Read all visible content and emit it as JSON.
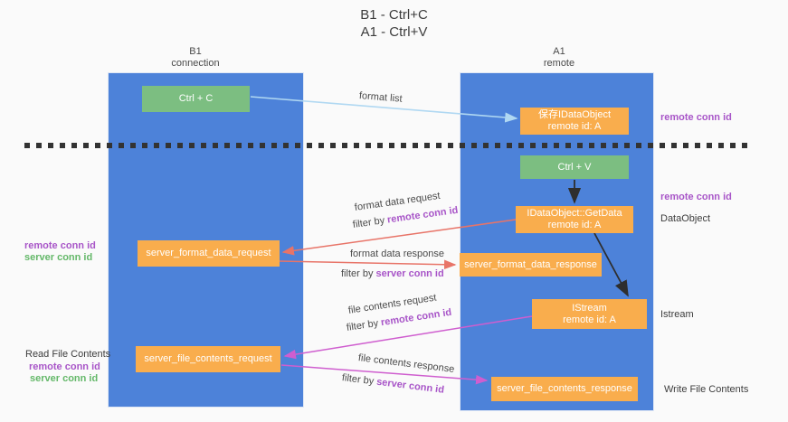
{
  "title": {
    "line1": "B1 - Ctrl+C",
    "line2": "A1 - Ctrl+V"
  },
  "lanes": {
    "left": {
      "name": "B1",
      "type": "connection"
    },
    "right": {
      "name": "A1",
      "type": "remote"
    }
  },
  "nodes": {
    "ctrl_c": "Ctrl + C",
    "save_idataobject": {
      "line1": "保存IDataObject",
      "line2": "remote id: A"
    },
    "ctrl_v": "Ctrl + V",
    "getdata": {
      "line1": "IDataObject::GetData",
      "line2": "remote id: A"
    },
    "format_request": "server_format_data_request",
    "format_response": "server_format_data_response",
    "istream": {
      "line1": "IStream",
      "line2": "remote id: A"
    },
    "file_request": "server_file_contents_request",
    "file_response": "server_file_contents_response"
  },
  "edge_labels": {
    "format_list": "format list",
    "format_data_request": "format data request",
    "format_data_response": "format data response",
    "file_contents_request": "file contents request",
    "file_contents_response": "file contents response",
    "filter_by": "filter by ",
    "remote_conn_id": "remote conn id",
    "server_conn_id": "server conn id"
  },
  "side_labels": {
    "remote_conn_id_top_right": "remote conn id",
    "remote_conn_id_mid_right": "remote conn id",
    "dataobject": "DataObject",
    "istream": "Istream",
    "write_file_contents": "Write File Contents",
    "remote_conn_id_left_1": "remote conn id",
    "server_conn_id_left_1": "server conn id",
    "read_file_contents": "Read File Contents",
    "remote_conn_id_left_2": "remote conn id",
    "server_conn_id_left_2": "server conn id"
  },
  "colors": {
    "lane_blue": "#4d82d9",
    "green_box": "#7cbe81",
    "orange_box": "#f9ad4d",
    "purple_label": "#a855c8",
    "green_label": "#64b869",
    "arrow_blue": "#b0d8f2",
    "arrow_red": "#e87468",
    "arrow_magenta": "#cf5ecf",
    "arrow_black": "#2e2e2e",
    "background": "#fafafa"
  }
}
